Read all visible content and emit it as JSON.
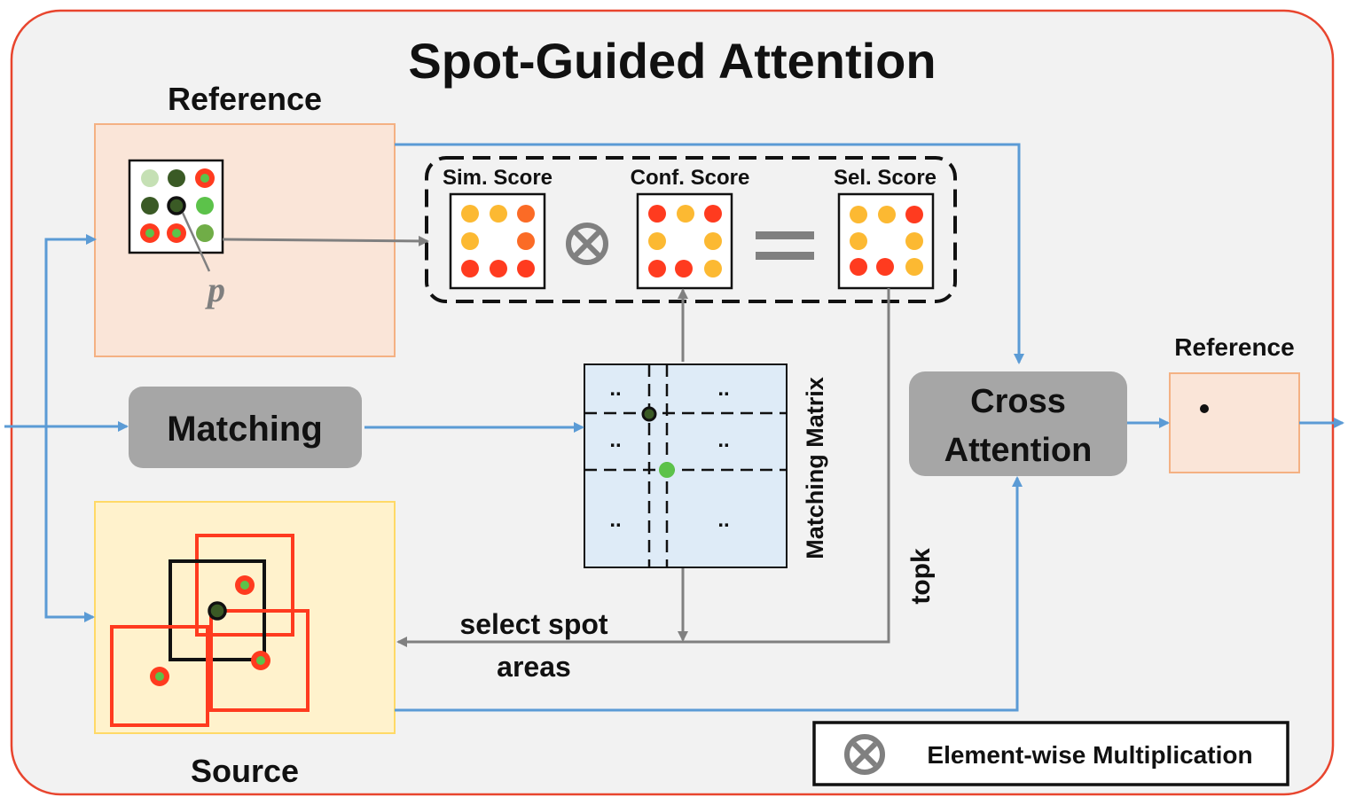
{
  "title": "Spot-Guided Attention",
  "labels": {
    "reference_top": "Reference",
    "reference_right": "Reference",
    "source": "Source",
    "matching": "Matching",
    "cross_attention_line1": "Cross",
    "cross_attention_line2": "Attention",
    "sim_score": "Sim. Score",
    "conf_score": "Conf. Score",
    "sel_score": "Sel. Score",
    "matching_matrix": "Matching Matrix",
    "topk": "topk",
    "select_spot_line1": "select spot",
    "select_spot_line2": "areas",
    "point_p": "p",
    "legend_text": "Element-wise Multiplication",
    "ellipsis": ".."
  },
  "colors": {
    "frame_border": "#e8452e",
    "frame_fill": "#f2f2f2",
    "reference_fill": "#fae5d8",
    "reference_border": "#f4b183",
    "source_fill": "#fff2cc",
    "source_border": "#ffd966",
    "matrix_fill": "#deebf7",
    "blue_arrow": "#5b9bd5",
    "gray_box": "#a6a6a6",
    "gray_arrow": "#808080",
    "red": "#ff3b1f",
    "orange": "#fb6b26",
    "yellow": "#fcb932",
    "green": "#5cc24a",
    "dark_green": "#3a5a25",
    "light_green": "#c5e0b4"
  },
  "icons": {
    "multiply": "circled-times-icon",
    "equals": "equals-icon"
  }
}
